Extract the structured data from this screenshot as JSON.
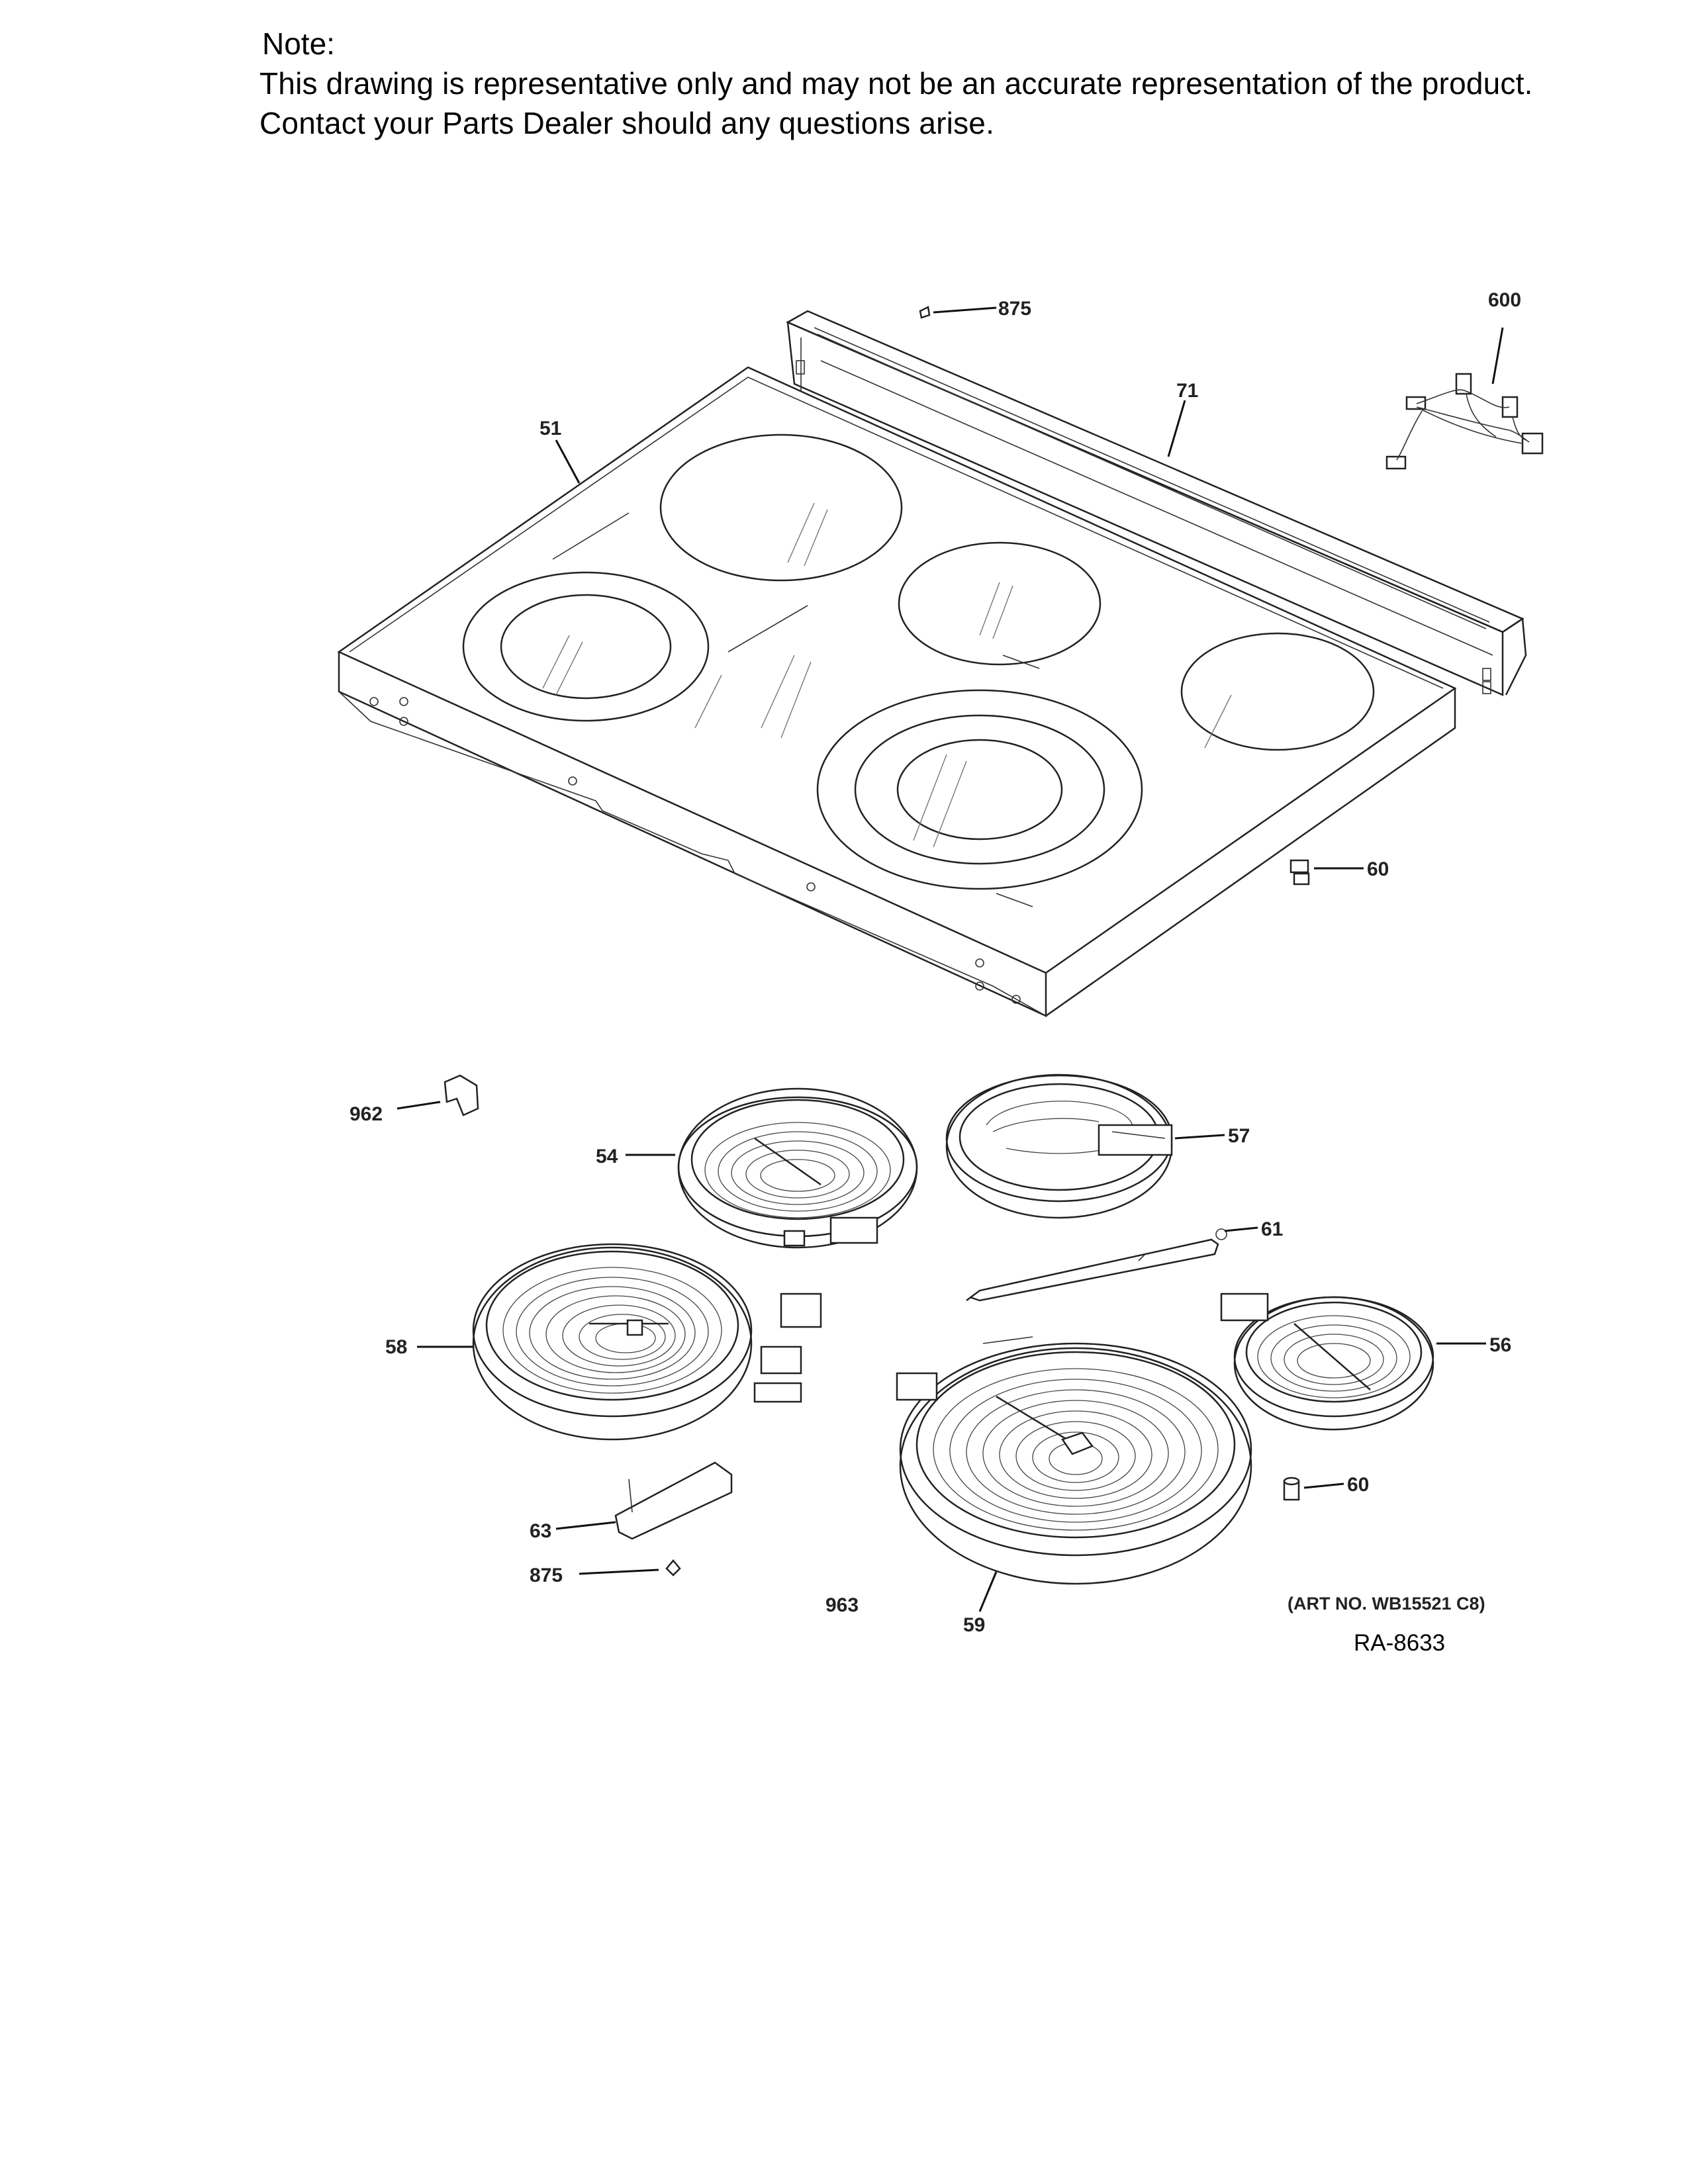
{
  "note": {
    "title": "Note:",
    "line1": "This drawing is representative only and may not be an accurate representation of the product.",
    "line2": "Contact your Parts Dealer should any questions arise."
  },
  "callouts": {
    "p875_top": "875",
    "p600": "600",
    "p71": "71",
    "p51": "51",
    "p60_top": "60",
    "p962": "962",
    "p54": "54",
    "p57": "57",
    "p61": "61",
    "p58": "58",
    "p56": "56",
    "p60_bottom": "60",
    "p63": "63",
    "p875_bottom": "875",
    "p963": "963",
    "p59": "59"
  },
  "art_number": "(ART NO. WB15521 C8)",
  "reference": "RA-8633"
}
